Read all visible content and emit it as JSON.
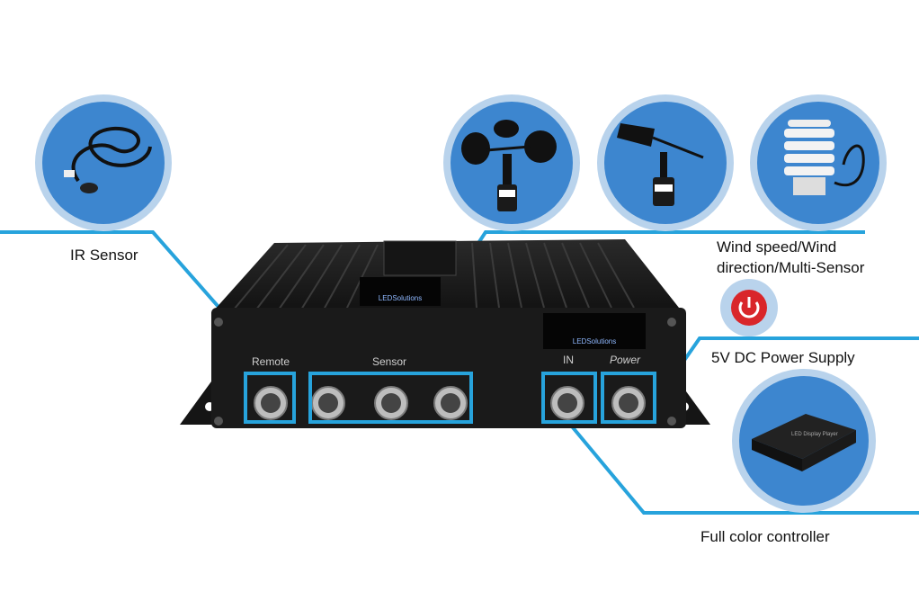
{
  "labels": {
    "ir_sensor": "IR Sensor",
    "wind_sensor_line1": "Wind speed/Wind",
    "wind_sensor_line2": "direction/Multi-Sensor",
    "power_supply": "5V DC Power Supply",
    "controller": "Full color controller"
  },
  "device": {
    "port_remote": "Remote",
    "port_sensor": "Sensor",
    "port_in": "IN",
    "port_power": "Power",
    "brand_led": "LED",
    "brand_solutions": "Solutions",
    "controller_screen_text": "LED Display Player"
  },
  "colors": {
    "callout_line": "#27a3dc",
    "bubble_outer": "#b9d3ec",
    "bubble_inner": "#3d86cf",
    "device_body": "#1a1a1a",
    "power_button": "#d9262a"
  },
  "icons": [
    "ir-sensor-cable-icon",
    "anemometer-icon",
    "wind-vane-icon",
    "multi-sensor-shield-icon",
    "power-button-icon",
    "led-controller-icon"
  ]
}
